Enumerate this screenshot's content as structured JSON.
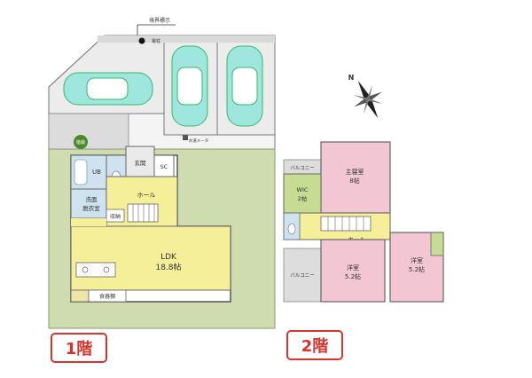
{
  "floor1": {
    "badge": "1階",
    "rooms": {
      "ldk_name": "LDK",
      "ldk_size": "18.8帖",
      "hall": "ホール",
      "entrance": "玄関",
      "shoes_closet": "SC",
      "bath": "UB",
      "washroom_line1": "洗面",
      "washroom_line2": "脱衣室",
      "storage": "収納",
      "pantry": "食器棚"
    },
    "exterior": {
      "boundary_marker": "境界標示",
      "gas_meter": "電柱",
      "water_meter": "水道メータ",
      "green_badge": "植栽"
    }
  },
  "floor2": {
    "badge": "2階",
    "rooms": {
      "master_name": "主寝室",
      "master_size": "8帖",
      "wic_name": "WIC",
      "wic_size": "2帖",
      "hall": "ホール",
      "western1_name": "洋室",
      "western1_size": "5.2帖",
      "western2_name": "洋室",
      "western2_size": "5.2帖",
      "balcony_top": "バルコニー",
      "balcony_bottom": "バルコニー"
    }
  },
  "compass": {
    "north_label": "N"
  },
  "colors": {
    "lawn": "#cfdcb0",
    "floor_yellow": "#f6ef9a",
    "bedroom_pink": "#f2c6d2",
    "wic_green": "#c5dc92",
    "bath_blue": "#cfe2ef",
    "car": "#9fe6de",
    "badge_red": "#d9342b"
  }
}
